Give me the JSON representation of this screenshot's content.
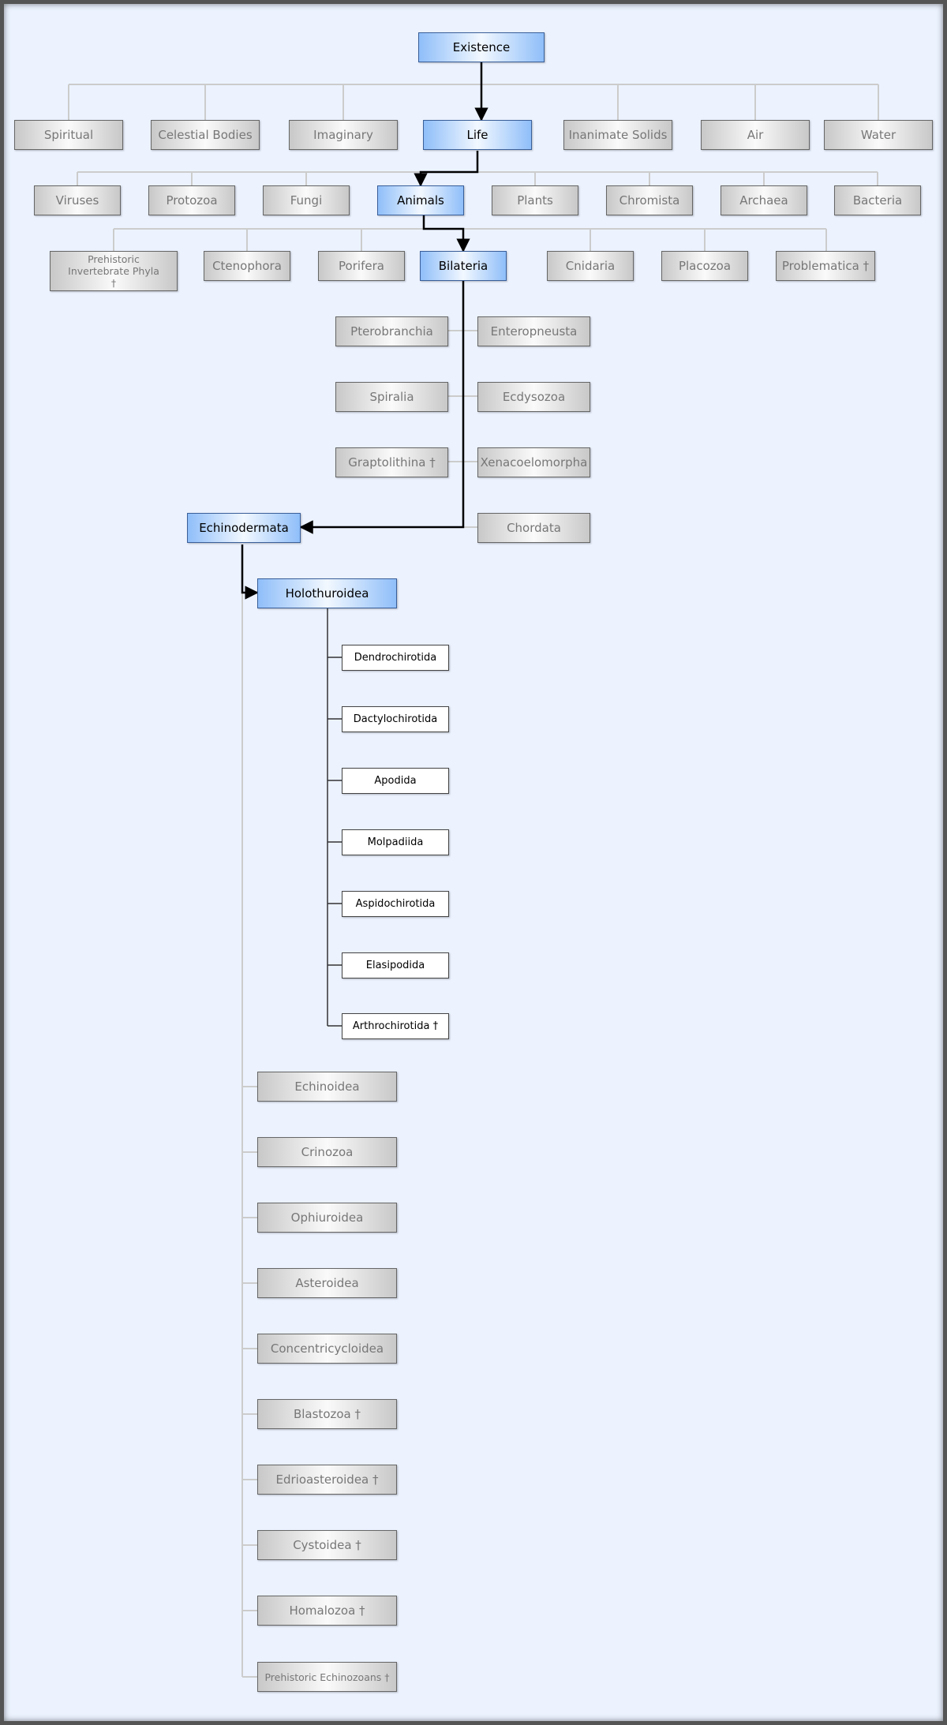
{
  "nodes": {
    "existence": "Existence",
    "spiritual": "Spiritual",
    "celestial_bodies": "Celestial Bodies",
    "imaginary": "Imaginary",
    "life": "Life",
    "inanimate_solids": "Inanimate Solids",
    "air": "Air",
    "water": "Water",
    "viruses": "Viruses",
    "protozoa": "Protozoa",
    "fungi": "Fungi",
    "animals": "Animals",
    "plants": "Plants",
    "chromista": "Chromista",
    "archaea": "Archaea",
    "bacteria": "Bacteria",
    "prehistoric_phyla": "Prehistoric Invertebrate Phyla †",
    "ctenophora": "Ctenophora",
    "porifera": "Porifera",
    "bilateria": "Bilateria",
    "cnidaria": "Cnidaria",
    "placozoa": "Placozoa",
    "problematica": "Problematica †",
    "pterobranchia": "Pterobranchia",
    "enteropneusta": "Enteropneusta",
    "spiralia": "Spiralia",
    "ecdysozoa": "Ecdysozoa",
    "graptolithina": "Graptolithina †",
    "xenacoelomorpha": "Xenacoelomorpha",
    "echinodermata": "Echinodermata",
    "chordata": "Chordata",
    "holothuroidea": "Holothuroidea",
    "dendrochirotida": "Dendrochirotida",
    "dactylochirotida": "Dactylochirotida",
    "apodida": "Apodida",
    "molpadiida": "Molpadiida",
    "aspidochirotida": "Aspidochirotida",
    "elasipodida": "Elasipodida",
    "arthrochirotida": "Arthrochirotida †",
    "echinoidea": "Echinoidea",
    "crinozoa": "Crinozoa",
    "ophiuroidea": "Ophiuroidea",
    "asteroidea": "Asteroidea",
    "concentricycloidea": "Concentricycloidea",
    "blastozoa": "Blastozoa †",
    "edrioasteroidea": "Edrioasteroidea †",
    "cystoidea": "Cystoidea †",
    "homalozoa": "Homalozoa †",
    "prehistoric_echinozoans": "Prehistoric Echinozoans †"
  },
  "colors": {
    "highlight": "#8fbef9",
    "path_line": "#000000",
    "branch_line": "#cccccc",
    "background": "#ecf3ff"
  }
}
